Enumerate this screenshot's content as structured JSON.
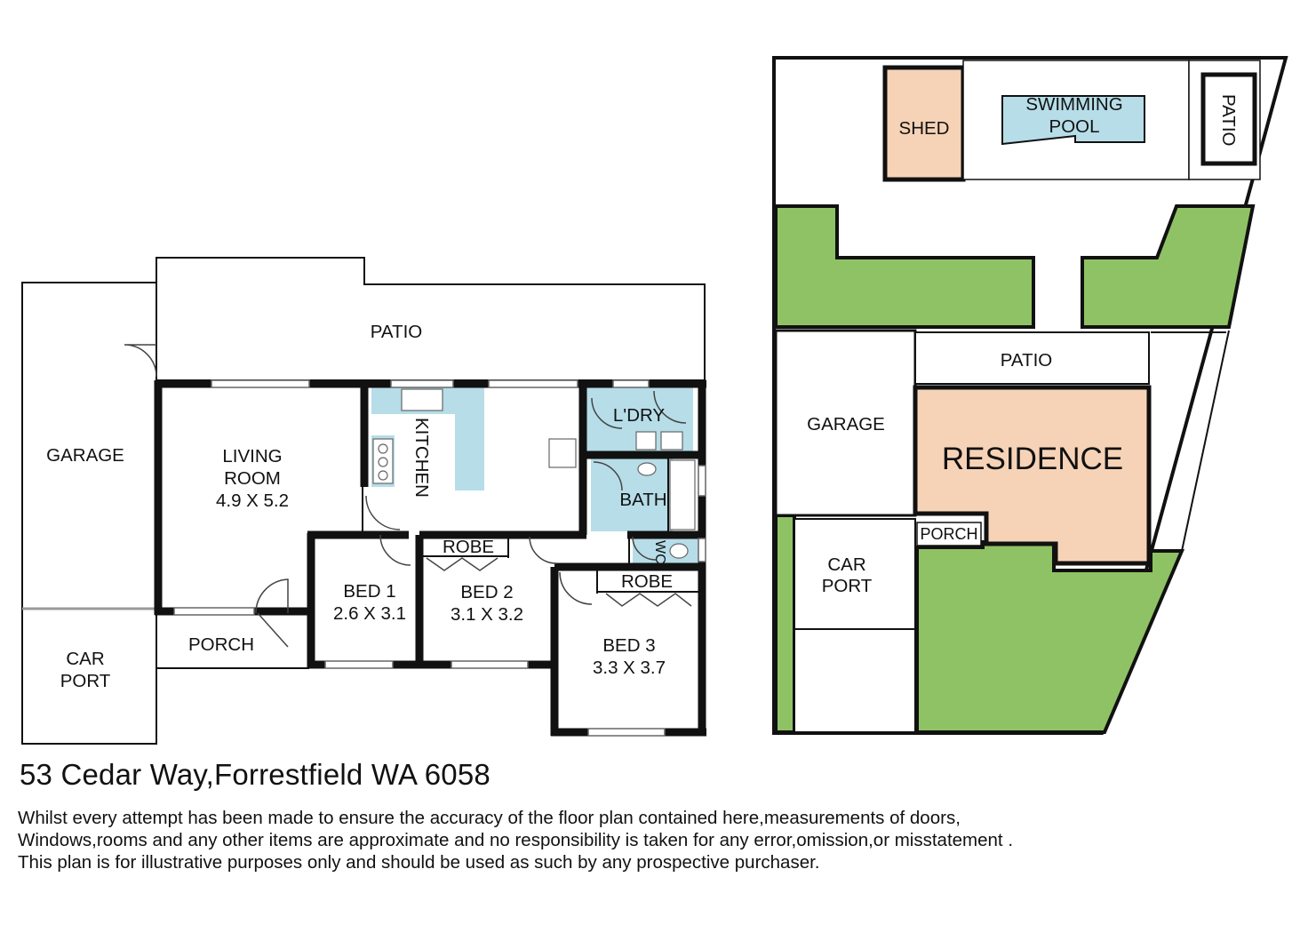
{
  "floor_plan": {
    "rooms": {
      "patio": "PATIO",
      "garage": "GARAGE",
      "living_name": "LIVING",
      "living_name2": "ROOM",
      "living_size": "4.9 X 5.2",
      "kitchen": "KITCHEN",
      "laundry": "L'DRY",
      "bath": "BATH",
      "wc": "WC",
      "robe": "ROBE",
      "bed1_name": "BED 1",
      "bed1_size": "2.6 X 3.1",
      "bed2_name": "BED 2",
      "bed2_size": "3.1 X 3.2",
      "bed3_name": "BED 3",
      "bed3_size": "3.3 X 3.7",
      "porch": "PORCH",
      "carport_1": "CAR",
      "carport_2": "PORT"
    }
  },
  "site_plan": {
    "shed": "SHED",
    "pool_1": "SWIMMING",
    "pool_2": "POOL",
    "patio_side": "PATIO",
    "patio": "PATIO",
    "garage": "GARAGE",
    "residence": "RESIDENCE",
    "porch": "PORCH",
    "carport_1": "CAR",
    "carport_2": "PORT"
  },
  "footer": {
    "address": "53 Cedar Way,Forrestfield WA 6058",
    "disclaimer_lines": [
      "Whilst every attempt has been made to ensure the accuracy of the floor plan contained here,measurements of doors,",
      "Windows,rooms and any other items are approximate and no responsibility is taken for any error,omission,or misstatement .",
      "This plan is for illustrative purposes only and should be used as such by any prospective purchaser."
    ]
  },
  "colors": {
    "wet_area": "#b6dde8",
    "residence": "#f6d3b6",
    "shed": "#f6d3b6",
    "lawn": "#8fc264",
    "wall": "#111111"
  }
}
